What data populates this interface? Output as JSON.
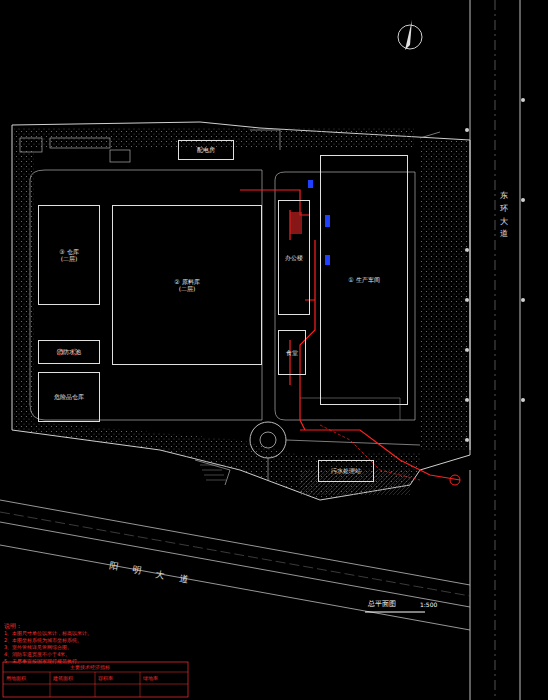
{
  "diagram": {
    "nodes": [
      {
        "text": [
          "③ 仓库",
          "(二层)"
        ]
      },
      {
        "text": [
          "② 原料库",
          "(二层)"
        ]
      },
      {
        "text": [
          "① 生产车间"
        ]
      },
      {
        "text": [
          "配电房"
        ]
      },
      {
        "text": [
          "消防水池"
        ]
      },
      {
        "text": [
          "危险品仓库"
        ]
      },
      {
        "text": [
          "办公楼"
        ]
      },
      {
        "text": [
          "食堂"
        ]
      },
      {
        "text": [
          "污水处理站"
        ]
      }
    ],
    "labels": [
      "阳 明 大 道",
      "东环大道",
      "总平面图",
      "1:500",
      "说明：",
      "1、本图尺寸单位以米计，标高以米计。",
      "2、本图坐标系统为城市坐标系统。",
      "3、室外管线详见管网综合图。",
      "4、消防车道宽度不小于4米。",
      "5、未尽事宜按国家现行规范执行。",
      "主要技术经济指标",
      "用地面积",
      "建筑面积",
      "容积率",
      "绿地率"
    ]
  }
}
